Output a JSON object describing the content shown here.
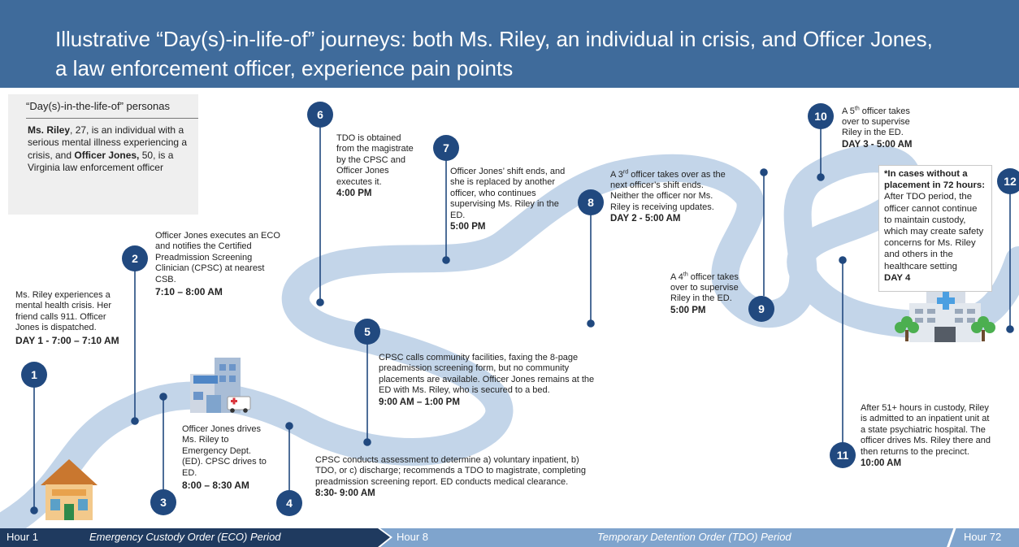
{
  "title": "Illustrative “Day(s)-in-life-of” journeys: both Ms. Riley, an individual in crisis, and Officer Jones, a law enforcement officer, experience pain points",
  "personas": {
    "heading": "“Day(s)-in-the-life-of” personas",
    "riley_name": "Ms. Riley",
    "riley_desc": ", 27, is an individual with a serious mental illness experiencing a crisis, and ",
    "jones_name": "Officer Jones,",
    "jones_desc": " 50, is a Virginia law enforcement officer"
  },
  "steps": [
    {
      "num": "1",
      "text": "Ms. Riley experiences a mental health crisis. Her friend calls 911. Officer Jones is dispatched.",
      "time": "DAY 1 - 7:00 – 7:10 AM"
    },
    {
      "num": "2",
      "text": "Officer Jones executes an ECO and notifies the Certified Preadmission Screening Clinician (CPSC) at nearest CSB.",
      "time": "7:10 – 8:00 AM"
    },
    {
      "num": "3",
      "text": "Officer Jones drives Ms. Riley to Emergency Dept. (ED). CPSC drives to ED.",
      "time": "8:00 – 8:30 AM"
    },
    {
      "num": "4",
      "text": "CPSC conducts assessment to determine a) voluntary inpatient, b) TDO, or c) discharge; recommends a TDO to magistrate, completing preadmission screening report. ED conducts medical clearance.",
      "time": "8:30- 9:00 AM"
    },
    {
      "num": "5",
      "text": "CPSC calls community facilities, faxing the 8-page preadmission screening form, but no community placements are available. Officer Jones remains at the ED with Ms. Riley, who is secured to a bed.",
      "time": "9:00 AM – 1:00 PM"
    },
    {
      "num": "6",
      "text": "TDO is obtained from the magistrate by the CPSC and Officer Jones executes it.",
      "time": "4:00 PM"
    },
    {
      "num": "7",
      "text": "Officer Jones’ shift ends, and she is replaced by another officer, who continues supervising Ms. Riley in the ED.",
      "time": "5:00 PM"
    },
    {
      "num": "8",
      "text_a": "A 3",
      "sup": "rd",
      "text_b": " officer takes over as the next officer’s shift ends. Neither the officer nor Ms. Riley is receiving updates.",
      "time": "DAY 2 -  5:00 AM"
    },
    {
      "num": "9",
      "text_a": "A 4",
      "sup": "th",
      "text_b": " officer takes over to supervise Riley in the ED.",
      "time": "5:00 PM"
    },
    {
      "num": "10",
      "text_a": "A 5",
      "sup": "th",
      "text_b": " officer takes over to supervise Riley in the ED.",
      "time": "DAY 3 - 5:00 AM"
    },
    {
      "num": "11",
      "text": "After 51+ hours in custody, Riley is admitted to an inpatient unit at a state psychiatric hospital. The officer drives Ms. Riley there and then returns to the precinct.",
      "time": "10:00 AM"
    },
    {
      "num": "12",
      "note_bold": "*In cases without a placement in 72 hours:",
      "note_text": " After TDO period, the officer cannot continue to maintain custody, which may create safety concerns for Ms. Riley and others in the healthcare setting",
      "time": "DAY 4"
    }
  ],
  "timeline": {
    "hour1": "Hour 1",
    "eco_period": "Emergency Custody Order (ECO) Period",
    "hour8": "Hour 8",
    "tdo_period": "Temporary Detention Order (TDO) Period",
    "hour72": "Hour 72"
  },
  "colors": {
    "header": "#3f6b9b",
    "river": "#c3d5e9",
    "marker": "#21497f",
    "timeline_dark": "#1f3a5f",
    "timeline_light": "#7fa4cd"
  },
  "icons": [
    "house-icon",
    "emergency-building-icon",
    "ambulance-icon",
    "hospital-icon",
    "tree-icon"
  ]
}
